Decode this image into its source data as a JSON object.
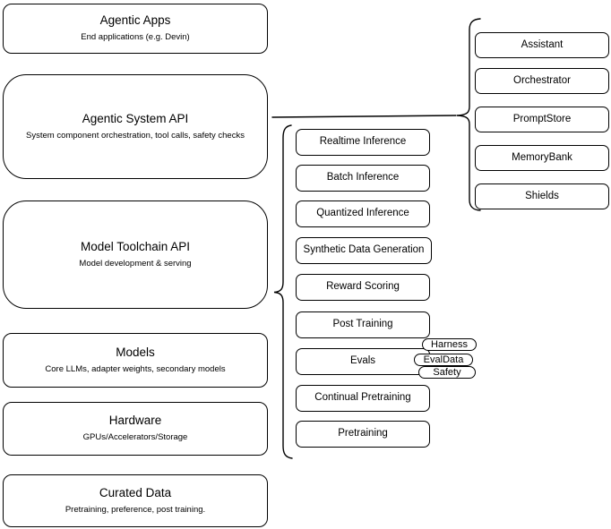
{
  "diagram": {
    "layers": [
      {
        "title": "Agentic Apps",
        "subtitle": "End applications (e.g. Devin)"
      },
      {
        "title": "Agentic System API",
        "subtitle": "System component orchestration, tool calls, safety checks"
      },
      {
        "title": "Model Toolchain API",
        "subtitle": "Model development & serving"
      },
      {
        "title": "Models",
        "subtitle": "Core LLMs, adapter weights, secondary models"
      },
      {
        "title": "Hardware",
        "subtitle": "GPUs/Accelerators/Storage"
      },
      {
        "title": "Curated Data",
        "subtitle": "Pretraining, preference, post training."
      }
    ],
    "toolchain_services": [
      "Realtime Inference",
      "Batch Inference",
      "Quantized Inference",
      "Synthetic Data Generation",
      "Reward Scoring",
      "Post Training",
      "Evals",
      "Continual Pretraining",
      "Pretraining"
    ],
    "eval_badges": [
      "Harness",
      "EvalData",
      "Safety"
    ],
    "system_components": [
      "Assistant",
      "Orchestrator",
      "PromptStore",
      "MemoryBank",
      "Shields"
    ],
    "colors": {
      "stroke": "#000000",
      "fill": "#ffffff",
      "text": "#000000"
    }
  }
}
